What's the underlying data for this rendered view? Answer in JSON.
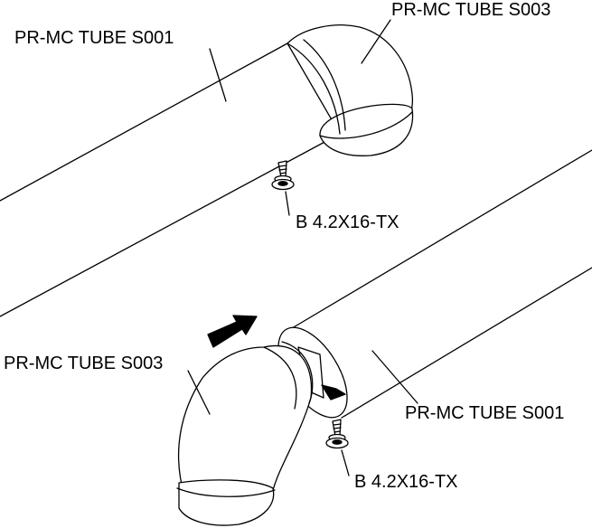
{
  "labels": {
    "top_tube": "PR-MC TUBE S001",
    "top_elbow": "PR-MC TUBE S003",
    "top_screw": "B 4.2X16-TX",
    "bottom_elbow": "PR-MC TUBE S003",
    "bottom_tube": "PR-MC TUBE S001",
    "bottom_screw": "B 4.2X16-TX"
  },
  "colors": {
    "line": "#000000",
    "fill": "#ffffff",
    "arrow": "#000000"
  }
}
